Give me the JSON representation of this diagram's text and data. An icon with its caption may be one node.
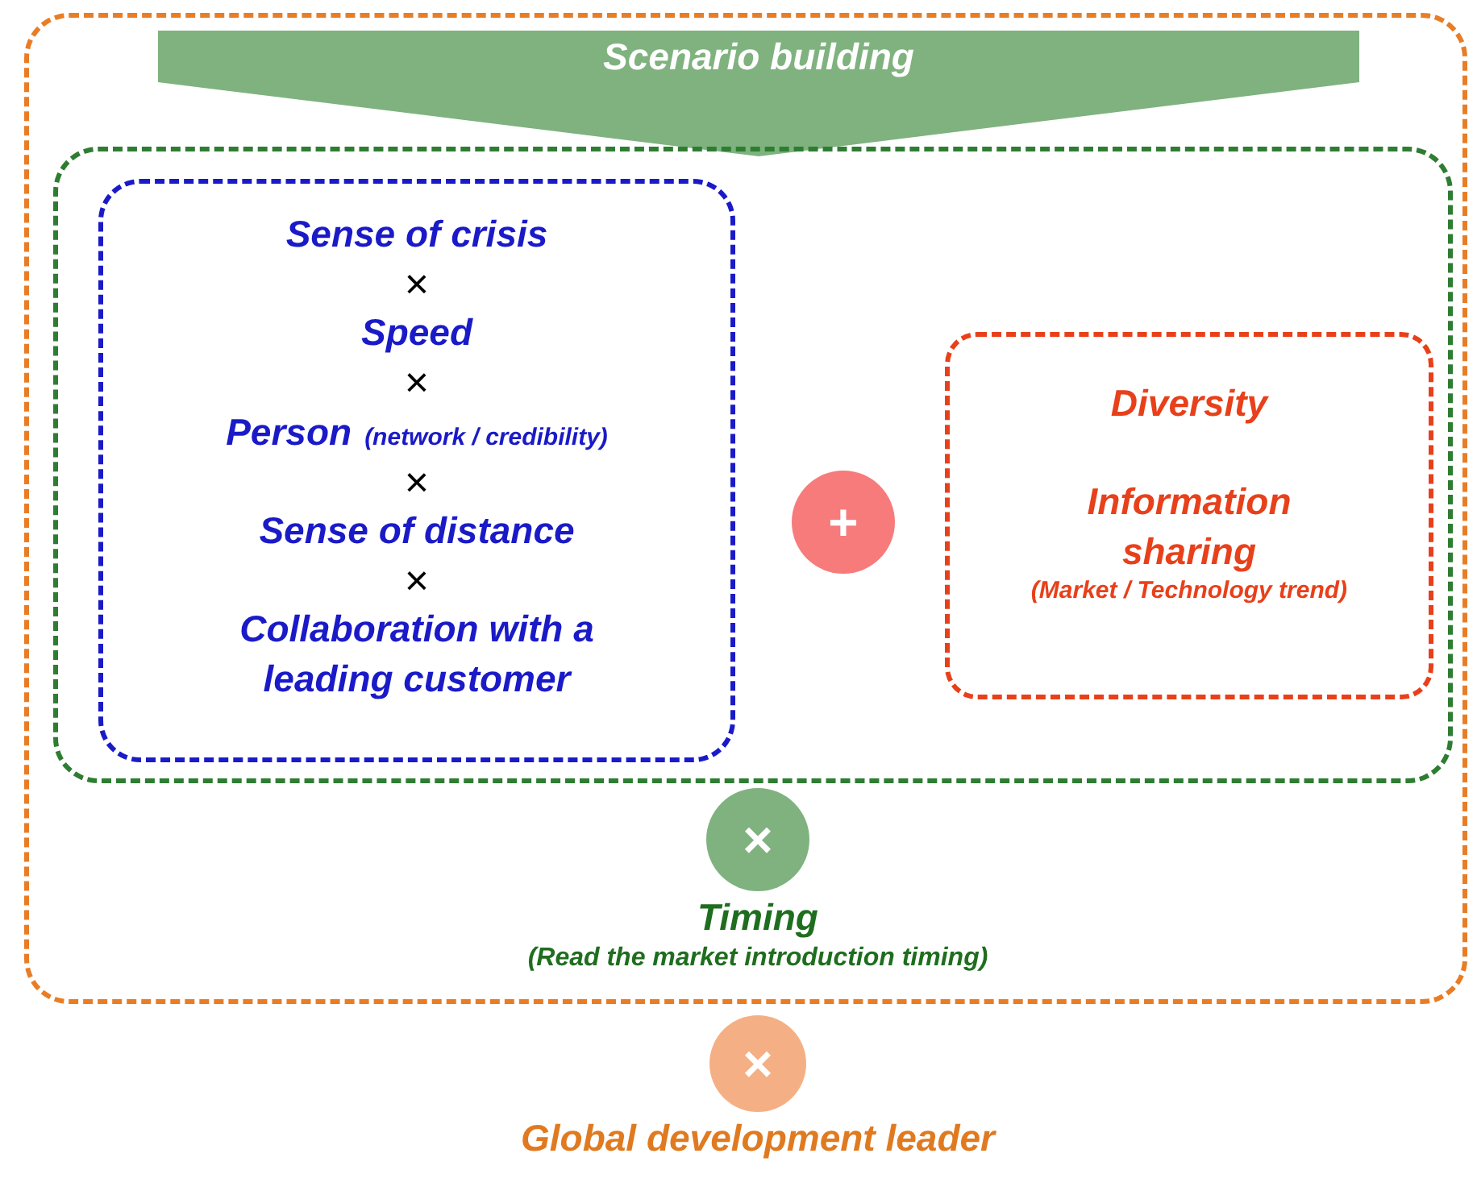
{
  "diagram": {
    "nodes": [
      {
        "text": [],
        "shape": "box"
      },
      {
        "text": [
          "Scenario building"
        ],
        "in": 0
      },
      {
        "text": [],
        "shape": "box",
        "in": 0
      },
      {
        "text": [
          "Sense of crisis",
          "×",
          "Speed",
          "×",
          "Person",
          "(network /  credibility)",
          "×",
          "Sense of distance",
          "×",
          "Collaboration with a leading customer"
        ],
        "in": 2
      },
      {
        "text": [
          "+"
        ],
        "in": 2
      },
      {
        "text": [
          "Diversity",
          "Information sharing",
          "(Market / Technology  trend)"
        ],
        "in": 2
      },
      {
        "text": [
          "×"
        ],
        "in": 0,
        "beside": [
          "Timing",
          "(Read the market introduction timing)"
        ]
      },
      {
        "text": [
          "×"
        ],
        "beside": [
          "Global development leader"
        ]
      }
    ]
  }
}
